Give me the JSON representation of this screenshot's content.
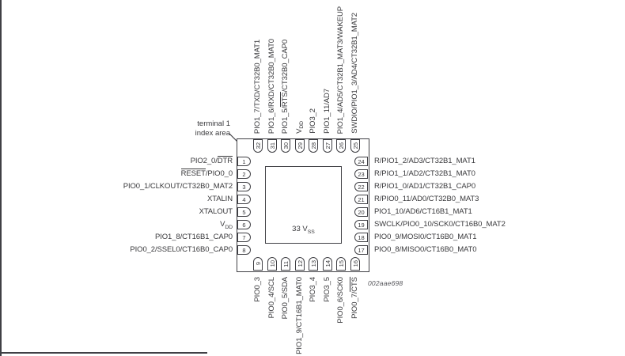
{
  "figure": {
    "id": "002aae698",
    "index_note": {
      "line1": "terminal 1",
      "line2": "index area"
    },
    "center_pad": {
      "number": "33",
      "rail": "V",
      "subscript": "SS"
    }
  },
  "colors": {
    "line": "#404045",
    "text": "#39393c",
    "figure_label": "#55555a"
  },
  "pins": {
    "left": [
      {
        "num": "1",
        "label": "PIO2_0/DTR",
        "overline": "DTR"
      },
      {
        "num": "2",
        "label": "RESET/PIO0_0",
        "overline": "RESET"
      },
      {
        "num": "3",
        "label": "PIO0_1/CLKOUT/CT32B0_MAT2"
      },
      {
        "num": "4",
        "label": "XTALIN"
      },
      {
        "num": "5",
        "label": "XTALOUT"
      },
      {
        "num": "6",
        "label": "VDD",
        "subscript": "DD"
      },
      {
        "num": "7",
        "label": "PIO1_8/CT16B1_CAP0"
      },
      {
        "num": "8",
        "label": "PIO0_2/SSEL0/CT16B0_CAP0"
      }
    ],
    "right": [
      {
        "num": "24",
        "label": "R/PIO1_2/AD3/CT32B1_MAT1"
      },
      {
        "num": "23",
        "label": "R/PIO1_1/AD2/CT32B1_MAT0"
      },
      {
        "num": "22",
        "label": "R/PIO1_0/AD1/CT32B1_CAP0"
      },
      {
        "num": "21",
        "label": "R/PIO0_11/AD0/CT32B0_MAT3"
      },
      {
        "num": "20",
        "label": "PIO1_10/AD6/CT16B1_MAT1"
      },
      {
        "num": "19",
        "label": "SWCLK/PIO0_10/SCK0/CT16B0_MAT2"
      },
      {
        "num": "18",
        "label": "PIO0_9/MOSI0/CT16B0_MAT1"
      },
      {
        "num": "17",
        "label": "PIO0_8/MISO0/CT16B0_MAT0"
      }
    ],
    "top": [
      {
        "num": "32",
        "label": "PIO1_7/TXD/CT32B0_MAT1"
      },
      {
        "num": "31",
        "label": "PIO1_6/RXD/CT32B0_MAT0"
      },
      {
        "num": "30",
        "label": "PIO1_5/RTS/CT32B0_CAP0",
        "overline": "RTS"
      },
      {
        "num": "29",
        "label": "VDD",
        "subscript": "DD"
      },
      {
        "num": "28",
        "label": "PIO3_2"
      },
      {
        "num": "27",
        "label": "PIO1_11/AD7"
      },
      {
        "num": "26",
        "label": "PIO1_4/AD5/CT32B1_MAT3/WAKEUP"
      },
      {
        "num": "25",
        "label": "SWDIO/PIO1_3/AD4/CT32B1_MAT2"
      }
    ],
    "bottom": [
      {
        "num": "9",
        "label": "PIO0_3"
      },
      {
        "num": "10",
        "label": "PIO0_4/SCL"
      },
      {
        "num": "11",
        "label": "PIO0_5/SDA"
      },
      {
        "num": "12",
        "label": "PIO1_9/CT16B1_MAT0"
      },
      {
        "num": "13",
        "label": "PIO3_4"
      },
      {
        "num": "14",
        "label": "PIO3_5"
      },
      {
        "num": "15",
        "label": "PIO0_6/SCK0"
      },
      {
        "num": "16",
        "label": "PIO0_7/CTS",
        "overline": "CTS"
      }
    ]
  }
}
